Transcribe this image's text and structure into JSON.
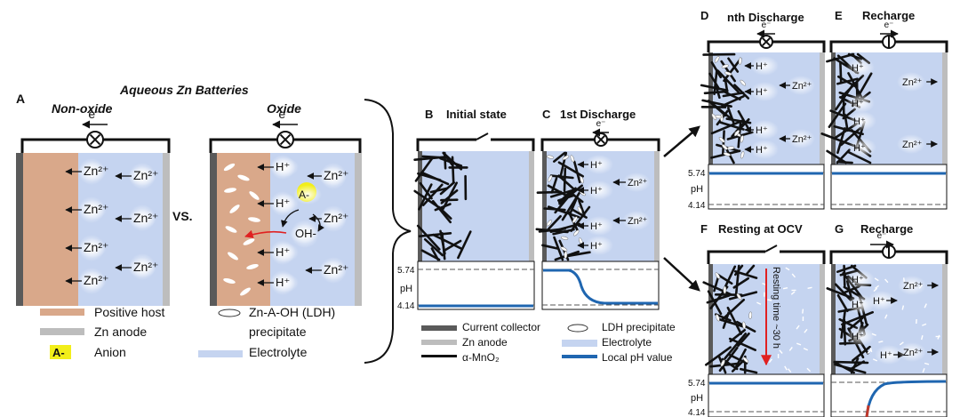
{
  "colors": {
    "positive_host": "#d9a88a",
    "zn_anode": "#bdbdbd",
    "anion": "#f2ee1a",
    "electrolyte": "#c5d4f0",
    "current_collector": "#5a5a5a",
    "local_ph": "#1f66b0",
    "resting_arrow": "#e02020"
  },
  "panelA": {
    "letter": "A",
    "title": "Aqueous Zn Batteries",
    "left_title": "Non-oxide",
    "right_title": "Oxide",
    "vs": "VS.",
    "electron": "e⁻",
    "zn": "Zn²⁺",
    "h": "H⁺",
    "anion_symbol": "A-",
    "oh": "OH-",
    "legend": [
      {
        "name": "positive-host",
        "label": "Positive host"
      },
      {
        "name": "zn-anode",
        "label": "Zn anode"
      },
      {
        "name": "anion",
        "label": "Anion"
      },
      {
        "name": "ldh",
        "label": "Zn-A-OH (LDH)"
      },
      {
        "name": "ldh-2",
        "label": "precipitate"
      },
      {
        "name": "electrolyte",
        "label": "Electrolyte"
      }
    ]
  },
  "panelB": {
    "letter": "B",
    "title": "Initial state"
  },
  "panelC": {
    "letter": "C",
    "title": "1st Discharge",
    "h": "H⁺",
    "zn": "Zn²⁺",
    "electron": "e⁻"
  },
  "panelD": {
    "letter": "D",
    "title": "nth Discharge",
    "h": "H⁺",
    "zn": "Zn²⁺",
    "electron": "e⁻"
  },
  "panelE": {
    "letter": "E",
    "title": "Recharge",
    "h": "H⁺",
    "zn": "Zn²⁺",
    "electron": "e⁻"
  },
  "panelF": {
    "letter": "F",
    "title": "Resting at OCV",
    "resting": "Resting time ~30 h"
  },
  "panelG": {
    "letter": "G",
    "title": "Recharge",
    "h": "H⁺",
    "zn": "Zn²⁺",
    "electron": "e⁻"
  },
  "ph_axis": {
    "high": "5.74",
    "label": "pH",
    "low": "4.14"
  },
  "legendBC": [
    {
      "name": "current-collector",
      "label": "Current collector"
    },
    {
      "name": "zn-anode",
      "label": "Zn anode"
    },
    {
      "name": "mno2",
      "label": "α-MnO₂"
    },
    {
      "name": "ldh",
      "label": "LDH precipitate"
    },
    {
      "name": "electrolyte",
      "label": "Electrolyte"
    },
    {
      "name": "local-ph",
      "label": "Local pH value"
    }
  ]
}
